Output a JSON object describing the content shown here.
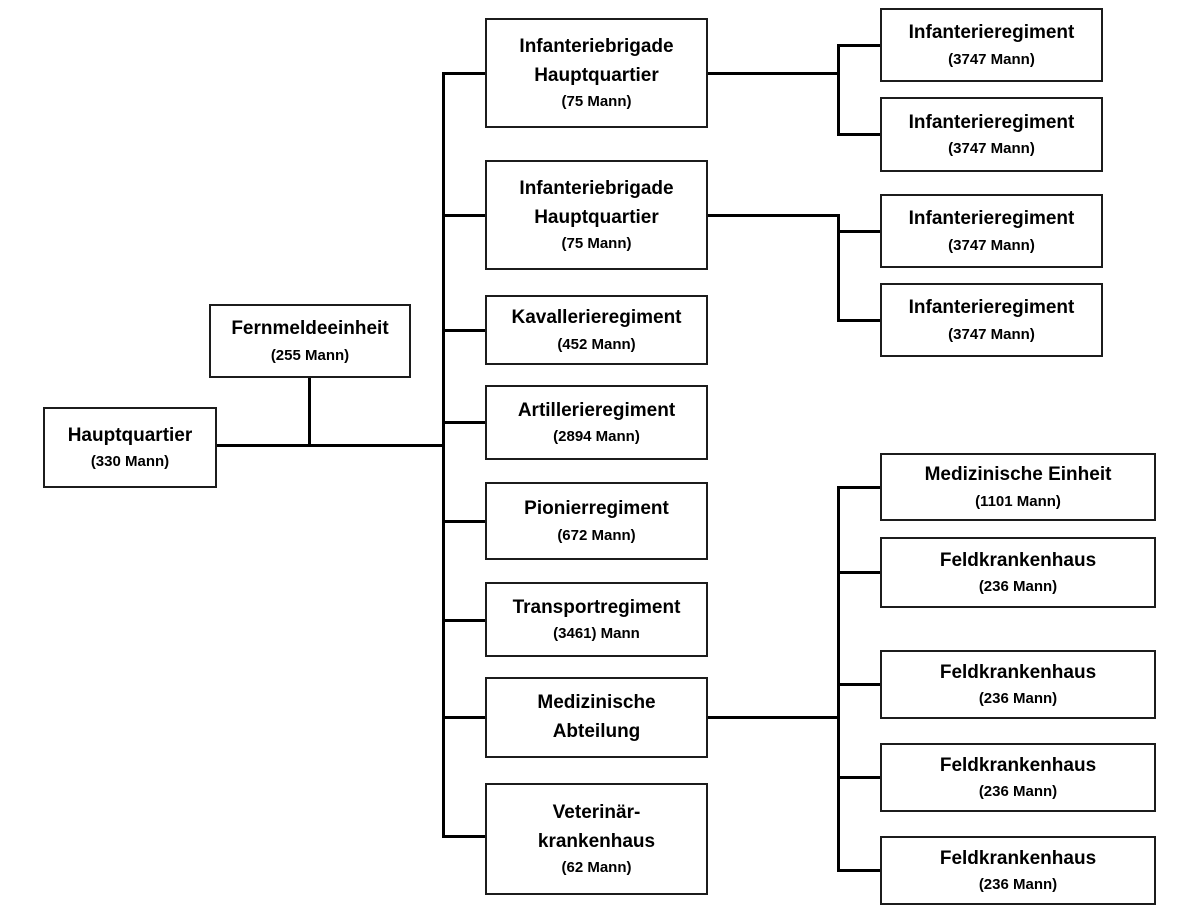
{
  "page": {
    "background_color": "#ffffff",
    "line_color": "#000000",
    "box_border_color": "#1c1c1c",
    "text_color": "#000000"
  },
  "org_chart": {
    "headquarters": {
      "name": "Hauptquartier",
      "strength": "(330 Mann)"
    },
    "signals_unit": {
      "name": "Fernmeldeeinheit",
      "strength": "(255 Mann)"
    },
    "brigades": [
      {
        "name_line1": "Infanteriebrigade",
        "name_line2": "Hauptquartier",
        "strength": "(75 Mann)"
      },
      {
        "name_line1": "Infanteriebrigade",
        "name_line2": "Hauptquartier",
        "strength": "(75 Mann)"
      }
    ],
    "infantry_regiments": [
      {
        "name": "Infanterieregiment",
        "strength": "(3747 Mann)"
      },
      {
        "name": "Infanterieregiment",
        "strength": "(3747 Mann)"
      },
      {
        "name": "Infanterieregiment",
        "strength": "(3747 Mann)"
      },
      {
        "name": "Infanterieregiment",
        "strength": "(3747 Mann)"
      }
    ],
    "direct_units": [
      {
        "name": "Kavallerieregiment",
        "strength": "(452 Mann)"
      },
      {
        "name": "Artillerieregiment",
        "strength": "(2894 Mann)"
      },
      {
        "name": "Pionierregiment",
        "strength": "(672 Mann)"
      },
      {
        "name": "Transportregiment",
        "strength": "(3461) Mann"
      }
    ],
    "medical_division": {
      "name_line1": "Medizinische",
      "name_line2": "Abteilung"
    },
    "medical_unit": {
      "name": "Medizinische Einheit",
      "strength": "(1101 Mann)"
    },
    "field_hospitals": [
      {
        "name": "Feldkrankenhaus",
        "strength": "(236 Mann)"
      },
      {
        "name": "Feldkrankenhaus",
        "strength": "(236 Mann)"
      },
      {
        "name": "Feldkrankenhaus",
        "strength": "(236 Mann)"
      },
      {
        "name": "Feldkrankenhaus",
        "strength": "(236 Mann)"
      }
    ],
    "veterinary_hospital": {
      "name_line1": "Veterinär-",
      "name_line2": "krankenhaus",
      "strength": "(62 Mann)"
    }
  }
}
